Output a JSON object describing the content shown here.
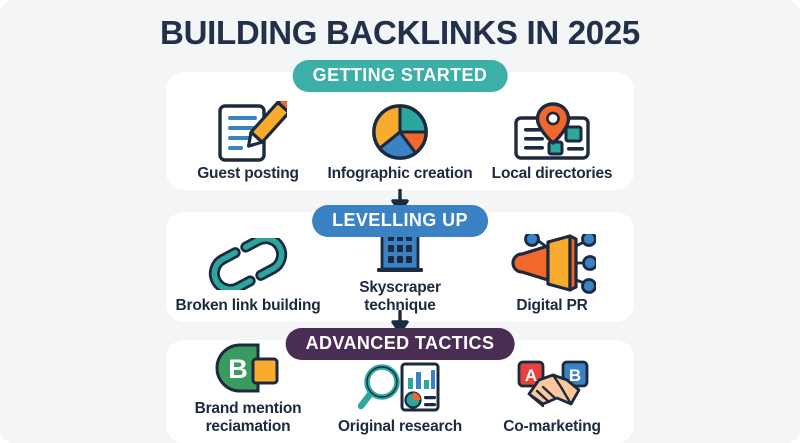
{
  "title": "BUILDING BACKLINKS IN 2025",
  "colors": {
    "background": "#f4f5f6",
    "card": "#ffffff",
    "title_text": "#22304a",
    "label_text": "#1c2a3f",
    "badge_getting_started": "#3bafa8",
    "badge_levelling_up": "#3b82c4",
    "badge_advanced_tactics": "#4a2d52",
    "arrow": "#1c2a3f",
    "teal": "#2ba79e",
    "orange": "#f2682a",
    "amber": "#f9ab2e",
    "blue": "#3b82c4",
    "green": "#3a9b60",
    "red": "#e8423c",
    "navy": "#1c2a3f",
    "skin": "#fcc79a"
  },
  "sections": [
    {
      "badge": "GETTING STARTED",
      "badge_color": "#3bafa8",
      "items": [
        {
          "label": "Guest posting",
          "icon": "document-pencil-icon"
        },
        {
          "label": "Infographic creation",
          "icon": "pie-chart-icon"
        },
        {
          "label": "Local directories",
          "icon": "location-card-icon"
        }
      ]
    },
    {
      "badge": "LEVELLING UP",
      "badge_color": "#3b82c4",
      "items": [
        {
          "label": "Broken link building",
          "icon": "broken-chain-icon"
        },
        {
          "label": "Skyscraper technique",
          "icon": "skyscraper-icon"
        },
        {
          "label": "Digital PR",
          "icon": "megaphone-icon"
        }
      ]
    },
    {
      "badge": "ADVANCED TACTICS",
      "badge_color": "#4a2d52",
      "items": [
        {
          "label": "Brand mention\nreciamation",
          "icon": "brand-bubble-icon"
        },
        {
          "label": "Original research",
          "icon": "magnifier-chart-icon"
        },
        {
          "label": "Co-marketing",
          "icon": "handshake-icon"
        }
      ]
    }
  ],
  "arrows": [
    {
      "name": "arrow-down-1",
      "glyph": "down-arrow"
    },
    {
      "name": "arrow-down-2",
      "glyph": "down-arrow"
    }
  ]
}
